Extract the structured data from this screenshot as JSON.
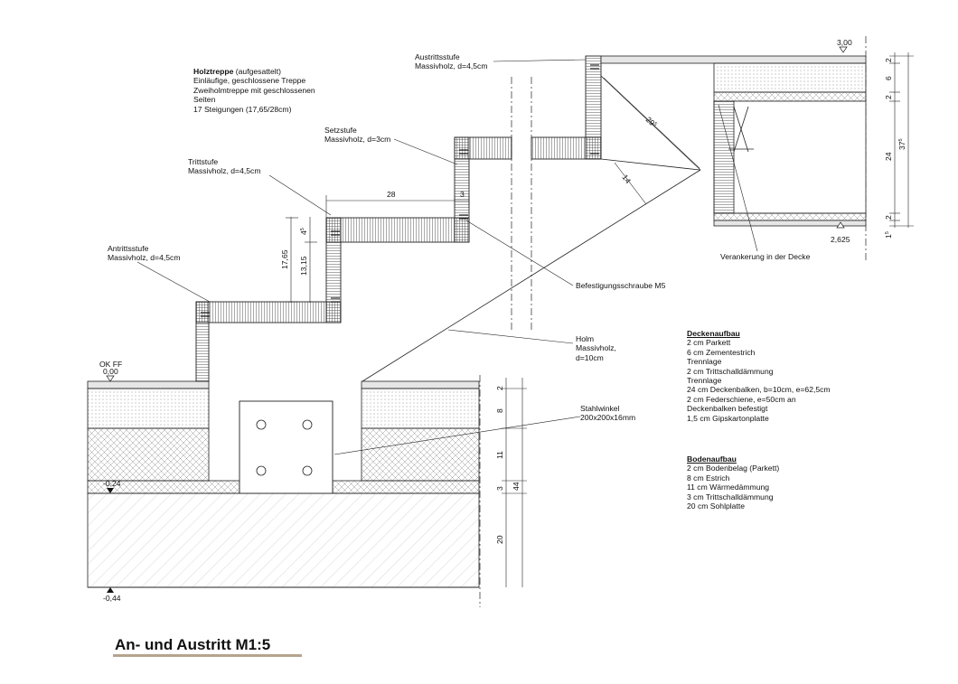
{
  "title": "An- und Austritt M1:5",
  "stair_description": {
    "heading": "Holztreppe",
    "heading_suffix": " (aufgesattelt)",
    "lines": [
      "Einläufige, geschlossene Treppe",
      "Zweiholmtreppe mit geschlossenen",
      "Seiten",
      "17 Steigungen (17,65/28cm)"
    ]
  },
  "labels": {
    "austrittsstufe": [
      "Austrittsstufe",
      "Massivholz, d=4,5cm"
    ],
    "setzstufe": [
      "Setzstufe",
      "Massivholz, d=3cm"
    ],
    "trittstufe": [
      "Trittstufe",
      "Massivholz, d=4,5cm"
    ],
    "antrittsstufe": [
      "Antrittsstufe",
      "Massivholz, d=4,5cm"
    ],
    "befestigung": "Befestigungsschraube M5",
    "holm": [
      "Holm",
      "Massivholz,",
      "d=10cm"
    ],
    "stahlwinkel": [
      "Stahlwinkel",
      "200x200x16mm"
    ],
    "verankerung": "Verankerung in der Decke"
  },
  "deckenaufbau": {
    "heading": "Deckenaufbau",
    "lines": [
      "2 cm     Parkett",
      "6 cm     Zementestrich",
      "              Trennlage",
      "2 cm     Trittschalldämmung",
      "              Trennlage",
      "24 cm   Deckenbalken, b=10cm, e=62,5cm",
      "2 cm Federschiene, e=50cm an",
      "Deckenbalken befestigt",
      "1,5 cm Gipskartonplatte"
    ]
  },
  "bodenaufbau": {
    "heading": "Bodenaufbau",
    "lines": [
      "2 cm Bodenbelag (Parkett)",
      "8 cm Estrich",
      "11 cm Wärmedämmung",
      "3 cm Trittschalldämmung",
      "20 cm Sohlplatte"
    ]
  },
  "levels": {
    "ok_ff": "OK FF",
    "zero": "0,00",
    "minus024": "-0,24",
    "minus044": "-0,44",
    "top": "3,00",
    "ceiling_bottom": "2,625"
  },
  "dims": {
    "tread": "28",
    "riser_thickness": "3",
    "rise": "17,65",
    "rise_inner": "13,15",
    "tread_thickness": "4",
    "tread_thickness_sup": "5",
    "stringer_len": "29",
    "stringer_len_sup": "5",
    "stringer_depth": "14",
    "floor_layers": [
      "2",
      "8",
      "11",
      "3",
      "20"
    ],
    "floor_total": "44",
    "ceiling_layers": [
      "2",
      "6",
      "2",
      "24",
      "2",
      "1"
    ],
    "ceiling_last_sup": "5",
    "ceiling_total": "37",
    "ceiling_total_sup": "5"
  }
}
